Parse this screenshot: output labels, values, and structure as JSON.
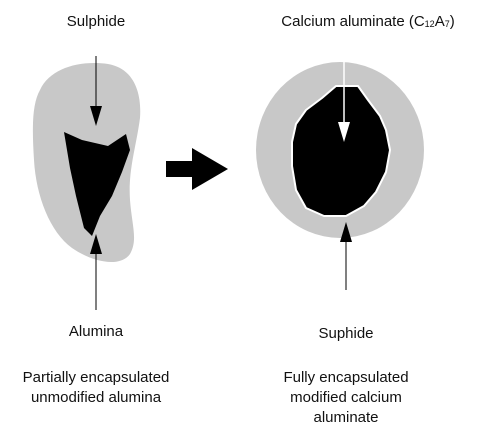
{
  "left": {
    "top_label": "Sulphide",
    "bottom_label": "Alumina",
    "caption_lines": [
      "Partially encapsulated",
      "unmodified alumina"
    ]
  },
  "right": {
    "top_label_main": "Calcium aluminate (C",
    "top_label_sub1": "12",
    "top_label_mid": "A",
    "top_label_sub2": "7",
    "top_label_end": ")",
    "bottom_label": "Suphide",
    "caption_lines": [
      "Fully encapsulated",
      "modified calcium",
      "aluminate"
    ]
  },
  "colors": {
    "sulphide_gray": "#c8c8c8",
    "core_black": "#000000",
    "arrow": "#000000"
  }
}
